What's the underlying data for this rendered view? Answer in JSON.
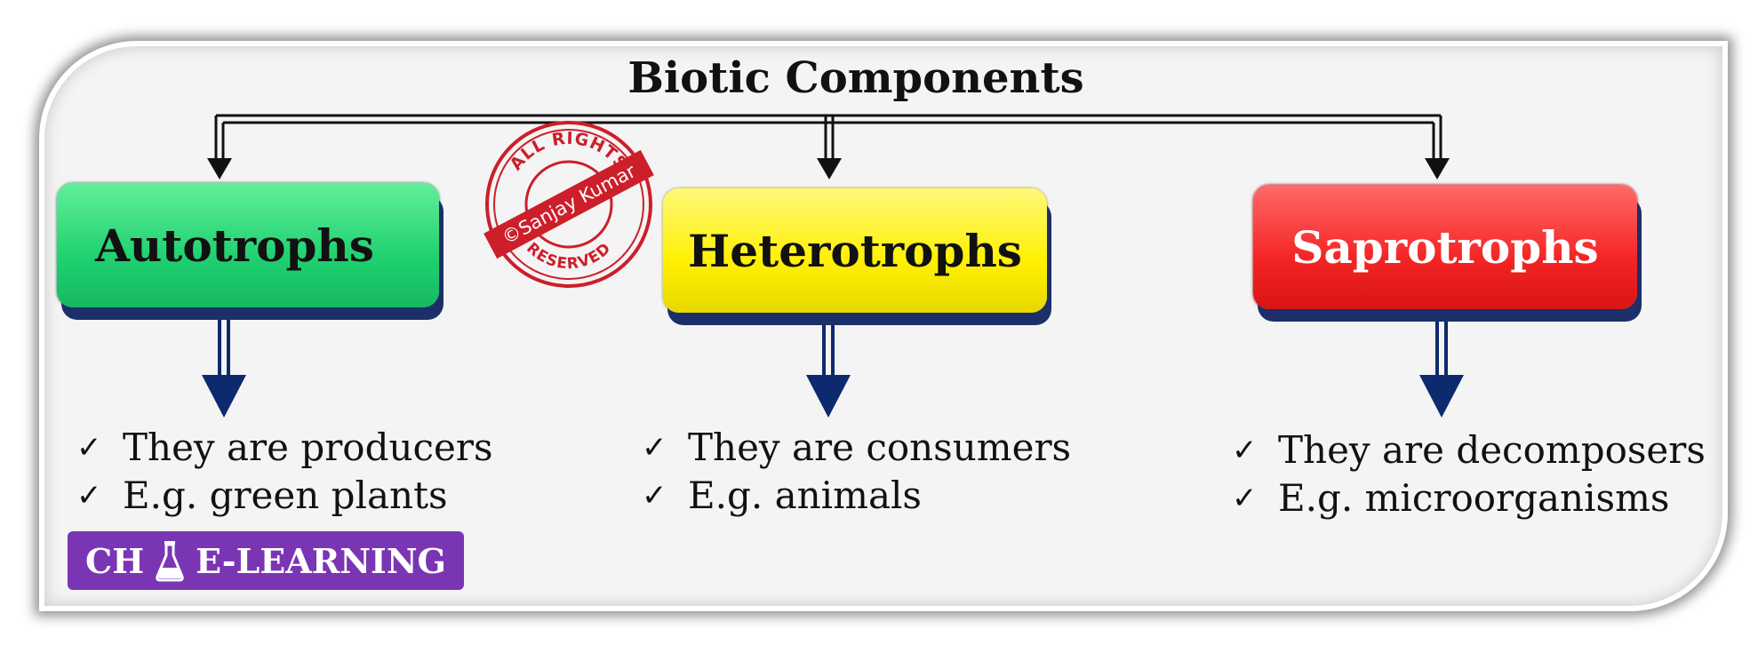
{
  "title": "Biotic Components",
  "categories": [
    {
      "label": "Autotrophs",
      "bullets": [
        "They are producers",
        "E.g. green plants"
      ]
    },
    {
      "label": "Heterotrophs",
      "bullets": [
        "They are consumers",
        "E.g. animals"
      ]
    },
    {
      "label": "Saprotrophs",
      "bullets": [
        "They are decomposers",
        "E.g. microorganisms"
      ]
    }
  ],
  "check_symbol": "✓",
  "stamp": {
    "top_text": "ALL RIGHTS",
    "band_text": "©Sanjay Kumar",
    "bottom_text": "RESERVED"
  },
  "badge": {
    "left_text": "CH",
    "right_text": "E-LEARNING",
    "icon": "flask-icon"
  },
  "colors": {
    "autotrophs": "#1fd170",
    "heterotrophs": "#fff000",
    "saprotrophs": "#f42424",
    "arrow": "#0d2a6e",
    "badge": "#7a35b4",
    "stamp": "#cc1f2a"
  }
}
